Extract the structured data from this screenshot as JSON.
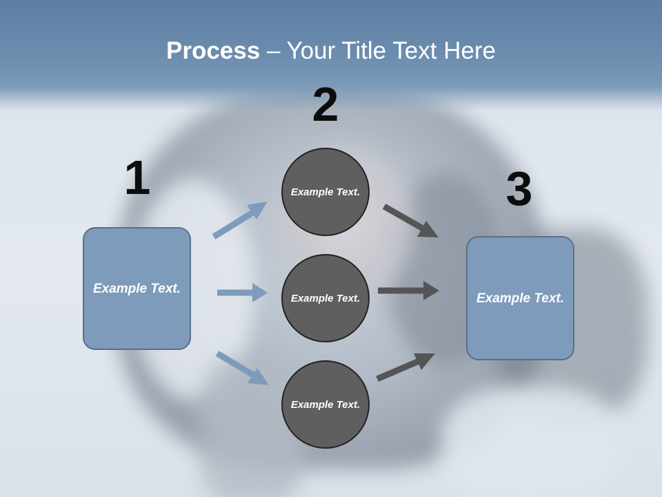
{
  "title": {
    "bold": "Process",
    "rest": " – Your Title Text Here"
  },
  "steps": [
    {
      "number": "1",
      "text": "Example Text."
    },
    {
      "number": "2",
      "texts": [
        "Example Text.",
        "Example Text.",
        "Example Text."
      ]
    },
    {
      "number": "3",
      "text": "Example Text."
    }
  ],
  "colors": {
    "title_band": "#6a8bad",
    "box_fill": "#7f9bbb",
    "circle_fill": "#5f5f5f",
    "left_arrows": "#7f9bbb",
    "right_arrows": "#555555"
  }
}
